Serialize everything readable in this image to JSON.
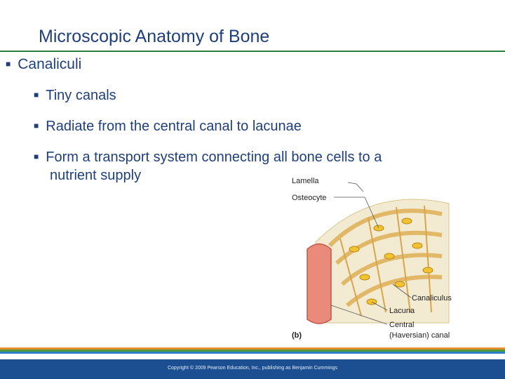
{
  "slide": {
    "title": "Microscopic Anatomy of Bone",
    "bullets": {
      "main": "Canaliculi",
      "sub": [
        "Tiny canals",
        "Radiate from the central canal to lacunae",
        "Form a transport system connecting all bone cells to a"
      ],
      "sub_continuation": "nutrient supply"
    }
  },
  "figure": {
    "labels": {
      "lamella": "Lamella",
      "osteocyte": "Osteocyte",
      "canaliculus": "Canaliculus",
      "lacuna": "Lacuna",
      "central_line1": "Central",
      "central_line2": "(Haversian) canal",
      "panel": "(b)"
    }
  },
  "footer": {
    "copyright": "Copyright © 2009 Pearson Education, Inc., publishing as Benjamin Cummings"
  },
  "colors": {
    "title": "#1f3f7a",
    "footer_bar": "#1b4f92",
    "stripe_orange": "#e8912b",
    "stripe_green": "#4d9a3c",
    "stripe_blue": "#2f7fc7"
  }
}
